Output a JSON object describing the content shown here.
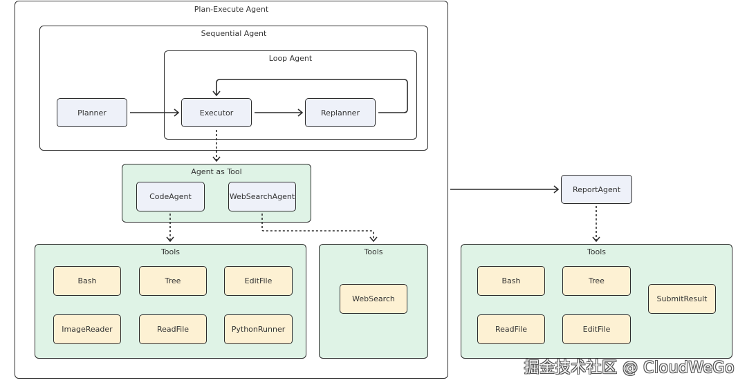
{
  "containers": {
    "plan_execute": "Plan-Execute Agent",
    "sequential": "Sequential Agent",
    "loop": "Loop Agent",
    "agent_as_tool": "Agent as Tool",
    "tools_code": "Tools",
    "tools_web": "Tools",
    "tools_report": "Tools"
  },
  "agents": {
    "planner": "Planner",
    "executor": "Executor",
    "replanner": "Replanner",
    "code_agent": "CodeAgent",
    "websearch_agent": "WebSearchAgent",
    "report_agent": "ReportAgent"
  },
  "code_tools": [
    "Bash",
    "Tree",
    "EditFile",
    "ImageReader",
    "ReadFile",
    "PythonRunner"
  ],
  "web_tools": [
    "WebSearch"
  ],
  "report_tools": [
    "Bash",
    "Tree",
    "SubmitResult",
    "ReadFile",
    "EditFile"
  ],
  "watermark": "掘金技术社区 @ CloudWeGo"
}
